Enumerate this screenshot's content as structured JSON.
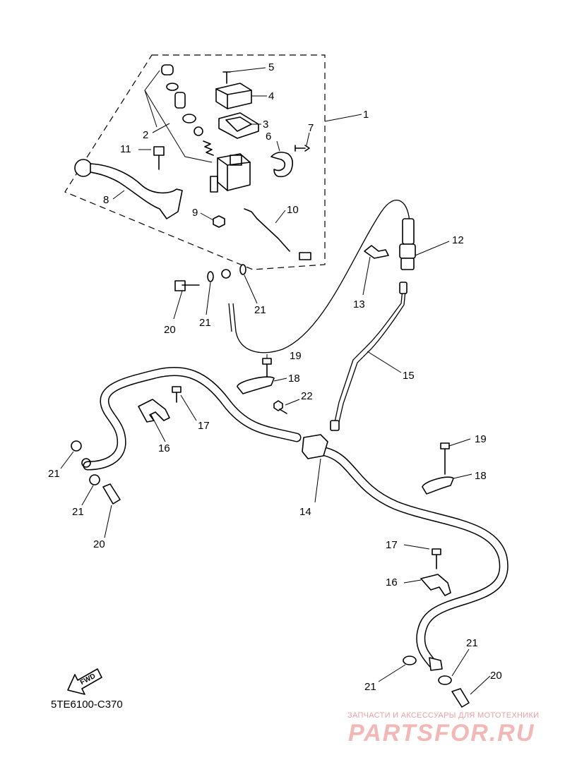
{
  "diagram": {
    "code": "5TE6100-C370",
    "fwd_label": "FWD",
    "callouts": [
      {
        "id": "c1",
        "text": "1"
      },
      {
        "id": "c2",
        "text": "2"
      },
      {
        "id": "c3",
        "text": "3"
      },
      {
        "id": "c4",
        "text": "4"
      },
      {
        "id": "c5",
        "text": "5"
      },
      {
        "id": "c6",
        "text": "6"
      },
      {
        "id": "c7",
        "text": "7"
      },
      {
        "id": "c8",
        "text": "8"
      },
      {
        "id": "c9",
        "text": "9"
      },
      {
        "id": "c10",
        "text": "10"
      },
      {
        "id": "c11",
        "text": "11"
      },
      {
        "id": "c12",
        "text": "12"
      },
      {
        "id": "c13",
        "text": "13"
      },
      {
        "id": "c14",
        "text": "14"
      },
      {
        "id": "c15",
        "text": "15"
      },
      {
        "id": "c16a",
        "text": "16"
      },
      {
        "id": "c16b",
        "text": "16"
      },
      {
        "id": "c17a",
        "text": "17"
      },
      {
        "id": "c17b",
        "text": "17"
      },
      {
        "id": "c18a",
        "text": "18"
      },
      {
        "id": "c18b",
        "text": "18"
      },
      {
        "id": "c19a",
        "text": "19"
      },
      {
        "id": "c19b",
        "text": "19"
      },
      {
        "id": "c20a",
        "text": "20"
      },
      {
        "id": "c20b",
        "text": "20"
      },
      {
        "id": "c20c",
        "text": "20"
      },
      {
        "id": "c21a",
        "text": "21"
      },
      {
        "id": "c21b",
        "text": "21"
      },
      {
        "id": "c21c",
        "text": "21"
      },
      {
        "id": "c21d",
        "text": "21"
      },
      {
        "id": "c21e",
        "text": "21"
      },
      {
        "id": "c21f",
        "text": "21"
      },
      {
        "id": "c22",
        "text": "22"
      }
    ]
  },
  "watermark": {
    "subtitle": "ЗАПЧАСТИ И АКСЕССУАРЫ ДЛЯ МОТОТЕХНИКИ",
    "brand": "PARTSFOR.RU"
  }
}
